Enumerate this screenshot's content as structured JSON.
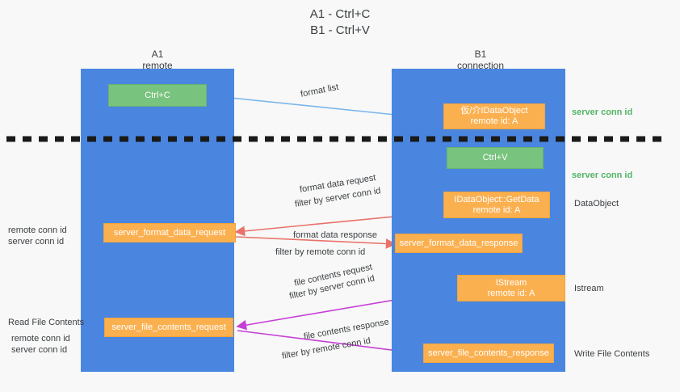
{
  "title": {
    "line1": "A1 - Ctrl+C",
    "line2": "B1 - Ctrl+V"
  },
  "columns": [
    {
      "name": "A1",
      "role": "remote"
    },
    {
      "name": "B1",
      "role": "connection"
    }
  ],
  "colors": {
    "lane": "#4a86e0",
    "orange": "#fbb050",
    "green_box": "#78c37d",
    "server_conn_id": "#52b565",
    "remote_conn_id": "#c640d6",
    "arrow_blue": "#7ab6ea",
    "arrow_red": "#e8726a",
    "arrow_magenta": "#c640d6",
    "arrow_black": "#1a1a1a",
    "divider": "#1a1a1a",
    "background": "#f8f8f8"
  },
  "nodes": {
    "ctrl_c": {
      "label": "Ctrl+C",
      "type": "green"
    },
    "idataobject": {
      "line1": "仮/介IDataObject",
      "line2": "remote id: A",
      "type": "orange"
    },
    "ctrl_v": {
      "label": "Ctrl+V",
      "type": "green"
    },
    "getdata": {
      "line1": "IDataObject::GetData",
      "line2": "remote id: A",
      "type": "orange"
    },
    "format_request": {
      "label": "server_format_data_request",
      "type": "orange"
    },
    "format_response": {
      "label": "server_format_data_response",
      "type": "orange"
    },
    "istream": {
      "line1": "IStream",
      "line2": "remote id: A",
      "type": "orange"
    },
    "file_request": {
      "label": "server_file_contents_request",
      "type": "orange"
    },
    "file_response": {
      "label": "server_file_contents_response",
      "type": "orange"
    }
  },
  "edge_labels": {
    "format_list": "format list",
    "format_data_request": "format data request",
    "format_data_request_filter_prefix": "filter by",
    "format_data_request_filter_value": "server conn id",
    "format_data_response": "format data response",
    "format_data_response_filter_prefix": "filter by",
    "format_data_response_filter_value": "remote conn id",
    "file_contents_request": "file contents request",
    "file_contents_request_filter_prefix": "filter by",
    "file_contents_request_filter_value": "server conn id",
    "file_contents_response": "file contents response",
    "file_contents_response_filter_prefix": "filter by",
    "file_contents_response_filter_value": "remote conn id"
  },
  "side_labels": {
    "right_server_conn_id_top": "server conn id",
    "right_server_conn_id_mid": "server conn id",
    "right_dataobject": "DataObject",
    "right_istream": "Istream",
    "right_write_file_contents": "Write File Contents",
    "left_remote_conn_id_1": "remote conn id",
    "left_server_conn_id_1": "server conn id",
    "left_read_file_contents": "Read File Contents",
    "left_remote_conn_id_2": "remote conn id",
    "left_server_conn_id_2": "server conn id"
  }
}
